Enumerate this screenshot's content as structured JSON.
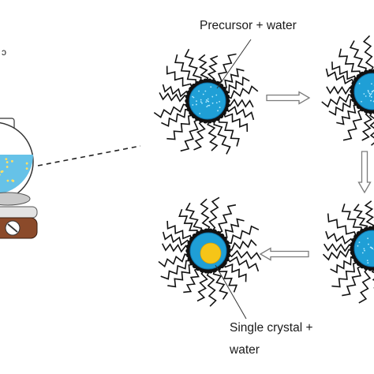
{
  "labels": {
    "precursor": "Precursor + water",
    "product_line1": "Single crystal +",
    "product_line2": "water"
  },
  "stray_mark": "ɔ",
  "colors": {
    "core": "#1f9fd6",
    "core_edge": "#0b6fa8",
    "speckle": "#b6ecff",
    "crystal": "#f5c518",
    "surfactant": "#111111",
    "arrow": "#7a7a7a",
    "beaker_liquid": "#66c2e8",
    "beaker_dots": "#ffe066",
    "hotplate": "#8b4a2a",
    "stand": "#c9c9c9"
  },
  "icons": [
    "flask-icon",
    "hotplate-icon",
    "micelle-icon",
    "hollow-arrow-icon"
  ]
}
